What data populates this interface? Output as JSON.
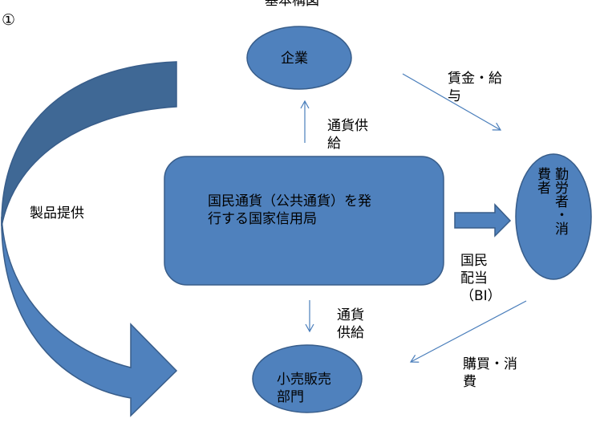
{
  "title": "基本構図",
  "marker": "①",
  "colors": {
    "shape_fill": "#4f81bd",
    "shape_stroke": "#385d8a",
    "curved_arrow_dark": "#3f6895",
    "connector": "#4a7ebb"
  },
  "nodes": {
    "company": {
      "label": "企業"
    },
    "central_bank": {
      "lines": [
        "国民通貨（公共通貨）を発",
        "行する国家信用局"
      ]
    },
    "workers": {
      "lines": [
        "勤労者・消",
        "費者"
      ]
    },
    "retail": {
      "lines": [
        "小売販売",
        "部門"
      ]
    }
  },
  "edges": {
    "currency_supply_up": {
      "lines": [
        "通貨供",
        "給"
      ]
    },
    "wages": {
      "lines": [
        "賃金・給",
        "与"
      ]
    },
    "national_dividend": {
      "lines": [
        "国民",
        "配当",
        "（BI）"
      ]
    },
    "currency_supply_down": {
      "lines": [
        "通貨",
        "供給"
      ]
    },
    "purchase": {
      "lines": [
        "購買・消",
        "費"
      ]
    },
    "product_supply": {
      "label": "製品提供"
    }
  }
}
